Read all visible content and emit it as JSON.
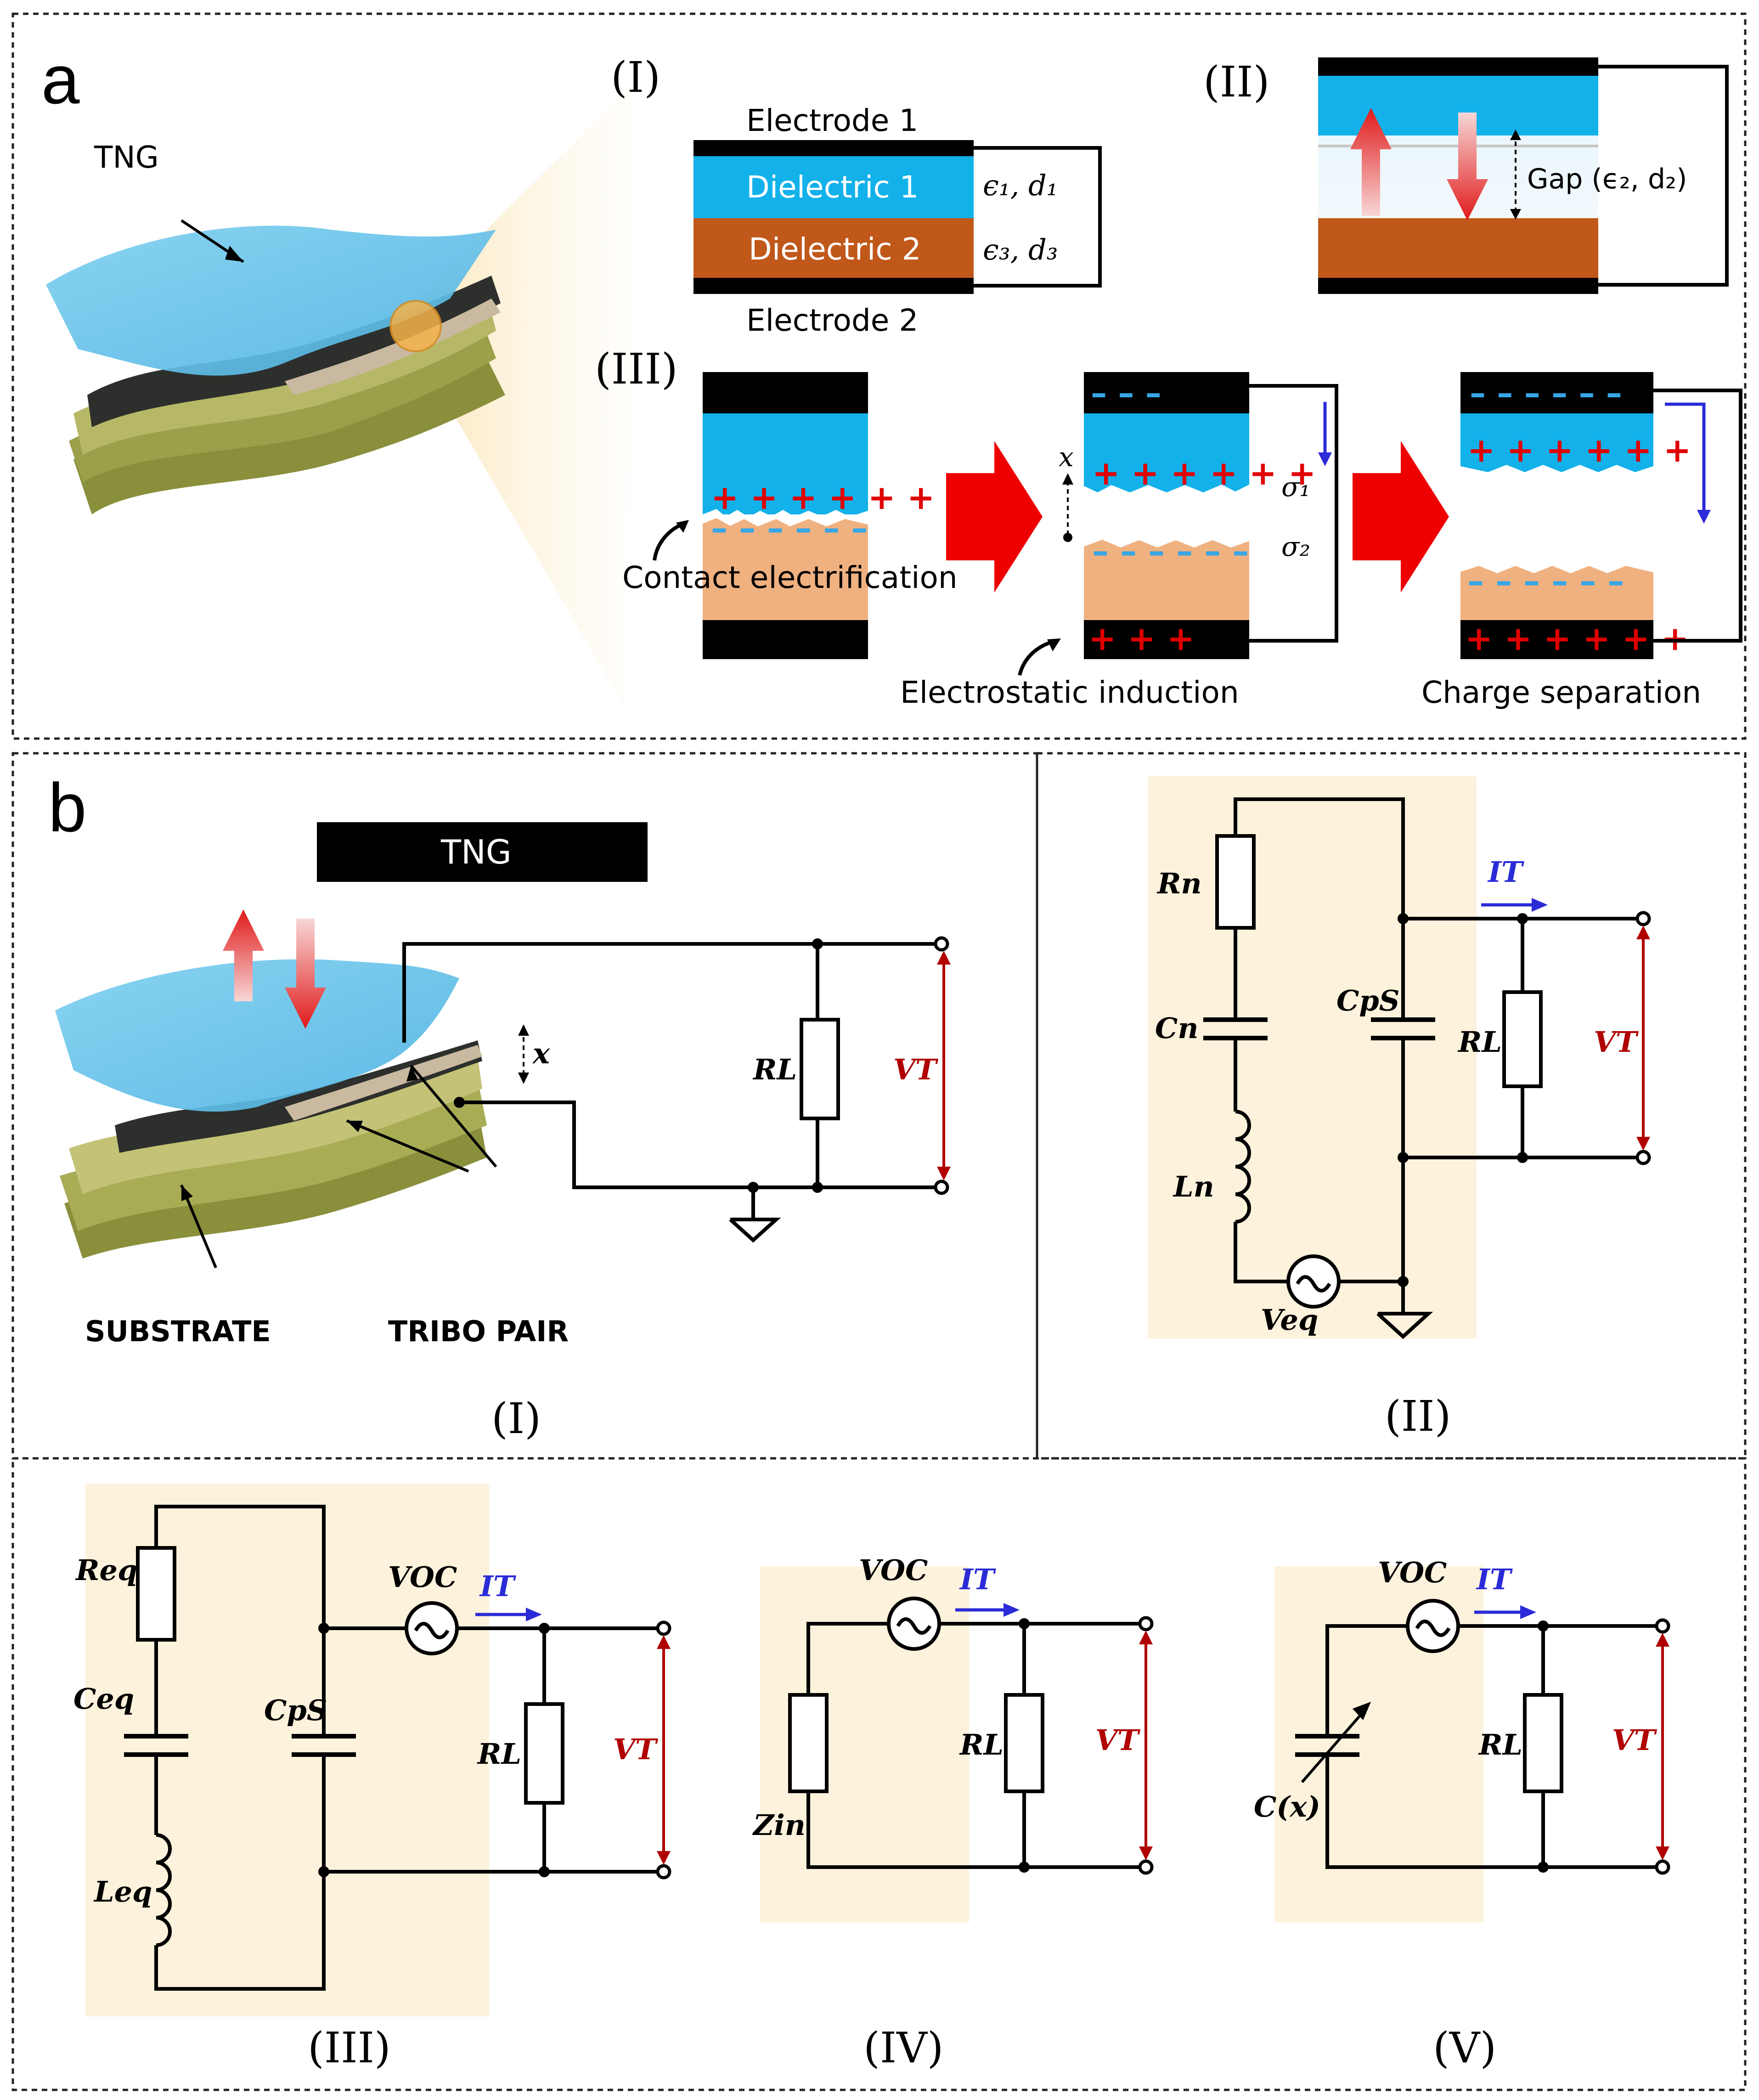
{
  "panels": {
    "a": {
      "letter": "a",
      "tng_label": "TNG",
      "I": {
        "label": "(I)",
        "electrode1": "Electrode 1",
        "electrode2": "Electrode 2",
        "dielectric1": "Dielectric 1",
        "dielectric2": "Dielectric 2",
        "param1": "ϵ₁, d₁",
        "param3": "ϵ₃, d₃"
      },
      "II": {
        "label": "(II)",
        "gap": "Gap (ϵ₂, d₂)"
      },
      "III": {
        "label": "(III)",
        "contact": "Contact electrification",
        "induction": "Electrostatic induction",
        "separation": "Charge separation",
        "x": "x",
        "sigma1": "σ₁",
        "sigma2": "σ₂"
      }
    },
    "b": {
      "letter": "b",
      "tng_bar": "TNG",
      "I": {
        "label": "(I)",
        "substrate": "SUBSTRATE",
        "tribo": "TRIBO PAIR",
        "x": "x",
        "rl": "RL",
        "vt": "VT"
      },
      "II": {
        "label": "(II)",
        "rn": "Rn",
        "cn": "Cn",
        "ln": "Ln",
        "veq": "Veq",
        "cp": "CpS",
        "rl": "RL",
        "vt": "VT",
        "it": "IT"
      },
      "III": {
        "label": "(III)",
        "req": "Req",
        "ceq": "Ceq",
        "leq": "Leq",
        "cp": "CpS",
        "voc": "VOC",
        "it": "IT",
        "rl": "RL",
        "vt": "VT"
      },
      "IV": {
        "label": "(IV)",
        "zin": "Zin",
        "voc": "VOC",
        "it": "IT",
        "rl": "RL",
        "vt": "VT"
      },
      "V": {
        "label": "(V)",
        "cx": "C(x)",
        "voc": "VOC",
        "it": "IT",
        "rl": "RL",
        "vt": "VT"
      }
    }
  },
  "colors": {
    "dielectric1": "#12b1ea",
    "dielectric2": "#c0581a",
    "peach": "#f0b180",
    "lightblue": "#a8dcf3",
    "shade": "#fdf2dc",
    "red": "#e00000",
    "blue": "#2b2bd8"
  }
}
